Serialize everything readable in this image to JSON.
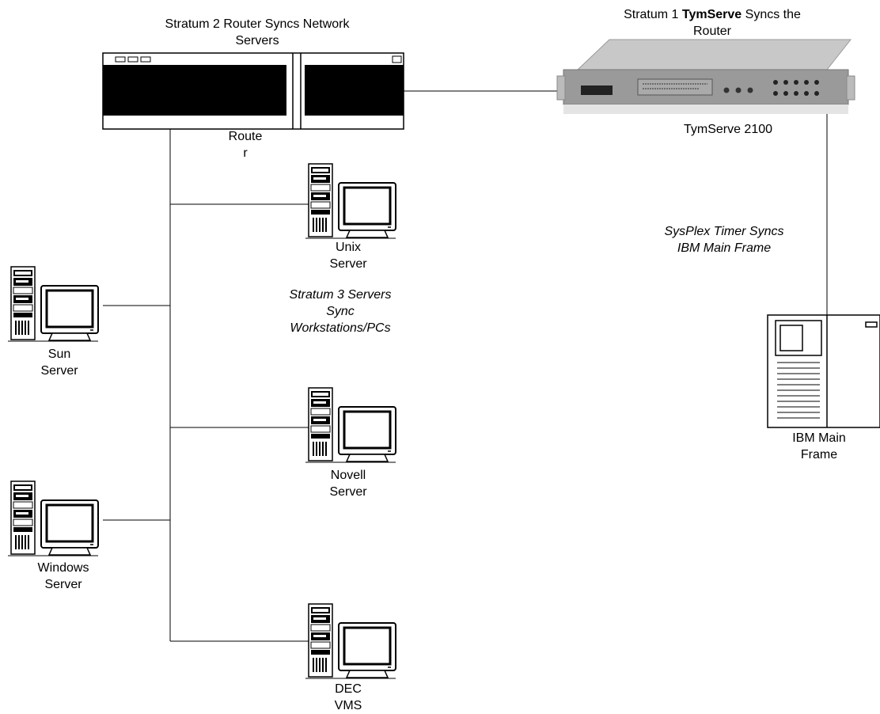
{
  "labels": {
    "stratum2": [
      "Stratum 2 Router Syncs Network",
      "Servers"
    ],
    "stratum1_prefix": "Stratum 1 ",
    "stratum1_brand": "TymServe",
    "stratum1_suffix": " Syncs the",
    "stratum1_line2": "Router",
    "tymserve_model": "TymServe 2100",
    "router": [
      "Route",
      "r"
    ],
    "unix": [
      "Unix",
      "Server"
    ],
    "stratum3": [
      "Stratum 3 Servers",
      "Sync",
      "Workstations/PCs"
    ],
    "sun": [
      "Sun",
      "Server"
    ],
    "novell": [
      "Novell",
      "Server"
    ],
    "windows": [
      "Windows",
      "Server"
    ],
    "dec": [
      "DEC",
      "VMS"
    ],
    "sysplex": [
      "SysPlex Timer Syncs",
      "IBM Main Frame"
    ],
    "ibm": [
      "IBM Main",
      "Frame"
    ]
  },
  "icons": {
    "workstation": "server-workstation-icon",
    "router": "router-icon",
    "tymserve": "tymserve-device-icon",
    "mainframe": "mainframe-icon"
  }
}
